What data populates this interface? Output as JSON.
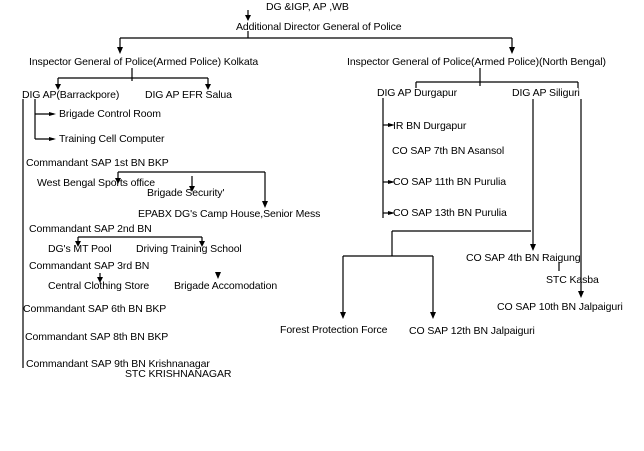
{
  "diagram": {
    "type": "organization-chart",
    "nodes": {
      "dg": "DG &IGP, AP ,WB",
      "adg": "Additional Director General of Police",
      "ig_kolkata": "Inspector General of Police(Armed Police) Kolkata",
      "ig_north": "Inspector General of Police(Armed Police)(North Bengal)",
      "dig_barrackpore": "DIG AP(Barrackpore)",
      "dig_efr": "DIG AP EFR Salua",
      "brigade_control": "Brigade Control Room",
      "training_cell": "Training Cell Computer",
      "cmd_1st": "Commandant SAP 1st BN BKP",
      "wb_sports": "West Bengal Sports office",
      "brigade_security": "Brigade Security'",
      "epabx": "EPABX DG's Camp House,Senior Mess",
      "cmd_2nd": "Commandant SAP 2nd BN",
      "mt_pool": "DG's MT Pool",
      "driving_school": "Driving Training School",
      "cmd_3rd": "Commandant SAP 3rd BN",
      "clothing_store": "Central Clothing Store",
      "brigade_accom": "Brigade Accomodation",
      "cmd_6th": "Commandant SAP 6th BN BKP",
      "cmd_8th": "Commandant SAP 8th BN BKP",
      "cmd_9th": "Commandant SAP 9th BN Krishnanagar",
      "stc_krishnanagar": "STC KRISHNANAGAR",
      "dig_durgapur": "DIG AP Durgapur",
      "dig_siliguri": "DIG AP Siliguri",
      "ir_bn": "IR BN Durgapur",
      "co_7th": "CO SAP 7th BN Asansol",
      "co_11th": "CO SAP 11th BN Purulia",
      "co_13th": "CO SAP 13th BN Purulia",
      "co_4th": "CO SAP 4th BN Raigung",
      "stc_kasba": "STC Kasba",
      "co_10th": "CO SAP 10th BN Jalpaiguri",
      "forest": "Forest Protection Force",
      "co_12th": "CO SAP 12th BN Jalpaiguri"
    },
    "edges": [
      [
        "dg",
        "adg"
      ],
      [
        "adg",
        "ig_kolkata"
      ],
      [
        "adg",
        "ig_north"
      ],
      [
        "ig_kolkata",
        "dig_barrackpore"
      ],
      [
        "ig_kolkata",
        "dig_efr"
      ],
      [
        "dig_barrackpore",
        "brigade_control"
      ],
      [
        "dig_barrackpore",
        "training_cell"
      ],
      [
        "cmd_1st",
        "wb_sports"
      ],
      [
        "cmd_1st",
        "brigade_security"
      ],
      [
        "cmd_1st",
        "epabx"
      ],
      [
        "cmd_2nd",
        "mt_pool"
      ],
      [
        "cmd_2nd",
        "driving_school"
      ],
      [
        "cmd_3rd",
        "clothing_store"
      ],
      [
        "cmd_3rd",
        "brigade_accom"
      ],
      [
        "ig_north",
        "dig_durgapur"
      ],
      [
        "ig_north",
        "dig_siliguri"
      ],
      [
        "dig_durgapur",
        "ir_bn"
      ],
      [
        "dig_durgapur",
        "co_11th"
      ],
      [
        "dig_durgapur",
        "co_13th"
      ],
      [
        "dig_siliguri",
        "co_4th"
      ],
      [
        "dig_siliguri",
        "co_10th"
      ],
      [
        "co_4th",
        "stc_kasba"
      ],
      [
        "dig_siliguri",
        "forest"
      ],
      [
        "dig_siliguri",
        "co_12th"
      ]
    ]
  }
}
